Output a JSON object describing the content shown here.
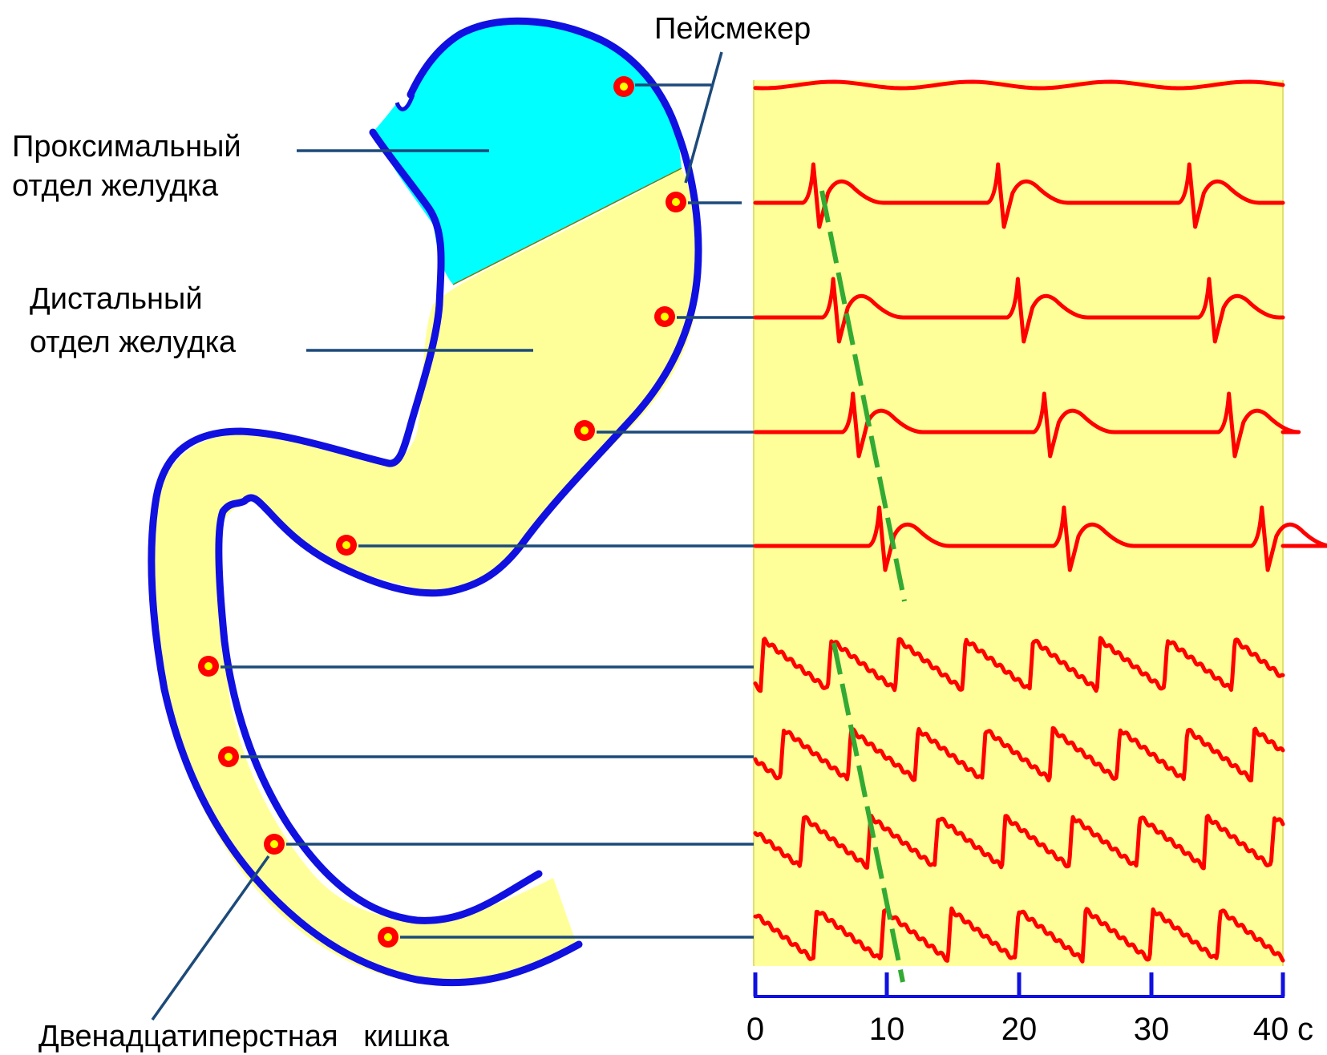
{
  "labels": {
    "pacemaker": "Пейсмекер",
    "proximal_line1": "Проксимальный",
    "proximal_line2": "отдел  желудка",
    "distal_line1": "Дистальный",
    "distal_line2": "отдел  желудка",
    "duodenum": "Двенадцатиперстная   кишка"
  },
  "time_axis": {
    "ticks": [
      "0",
      "10",
      "20",
      "30",
      "40"
    ],
    "unit": "с",
    "range": [
      0,
      40
    ]
  },
  "recordings": [
    {
      "site": "proximal",
      "waveform": "flat",
      "spike_times": []
    },
    {
      "site": "stomach-1",
      "waveform": "slow-wave",
      "spike_times": [
        4.5,
        18.5,
        33.0
      ]
    },
    {
      "site": "stomach-2",
      "waveform": "slow-wave",
      "spike_times": [
        6.0,
        20.0,
        34.5
      ]
    },
    {
      "site": "stomach-3",
      "waveform": "slow-wave",
      "spike_times": [
        7.5,
        22.0,
        36.0
      ]
    },
    {
      "site": "stomach-4",
      "waveform": "slow-wave",
      "spike_times": [
        9.5,
        23.5,
        38.5
      ]
    },
    {
      "site": "duodenum-1",
      "waveform": "fast-wave",
      "period": 5.1,
      "phase": 5.5
    },
    {
      "site": "duodenum-2",
      "waveform": "fast-wave",
      "period": 5.1,
      "phase": 7.0
    },
    {
      "site": "duodenum-3",
      "waveform": "fast-wave",
      "period": 5.1,
      "phase": 8.5
    },
    {
      "site": "duodenum-4",
      "waveform": "fast-wave",
      "period": 5.1,
      "phase": 9.5
    }
  ],
  "colors": {
    "stomach_wall": "#1010e0",
    "proximal_fill": "#00ffff",
    "distal_fill": "#ffff99",
    "chart_bg": "#ffff99",
    "trace": "#ff0000",
    "propagation_line": "#33aa33",
    "leader_line": "#1c4a7a",
    "axis": "#1010e0"
  }
}
